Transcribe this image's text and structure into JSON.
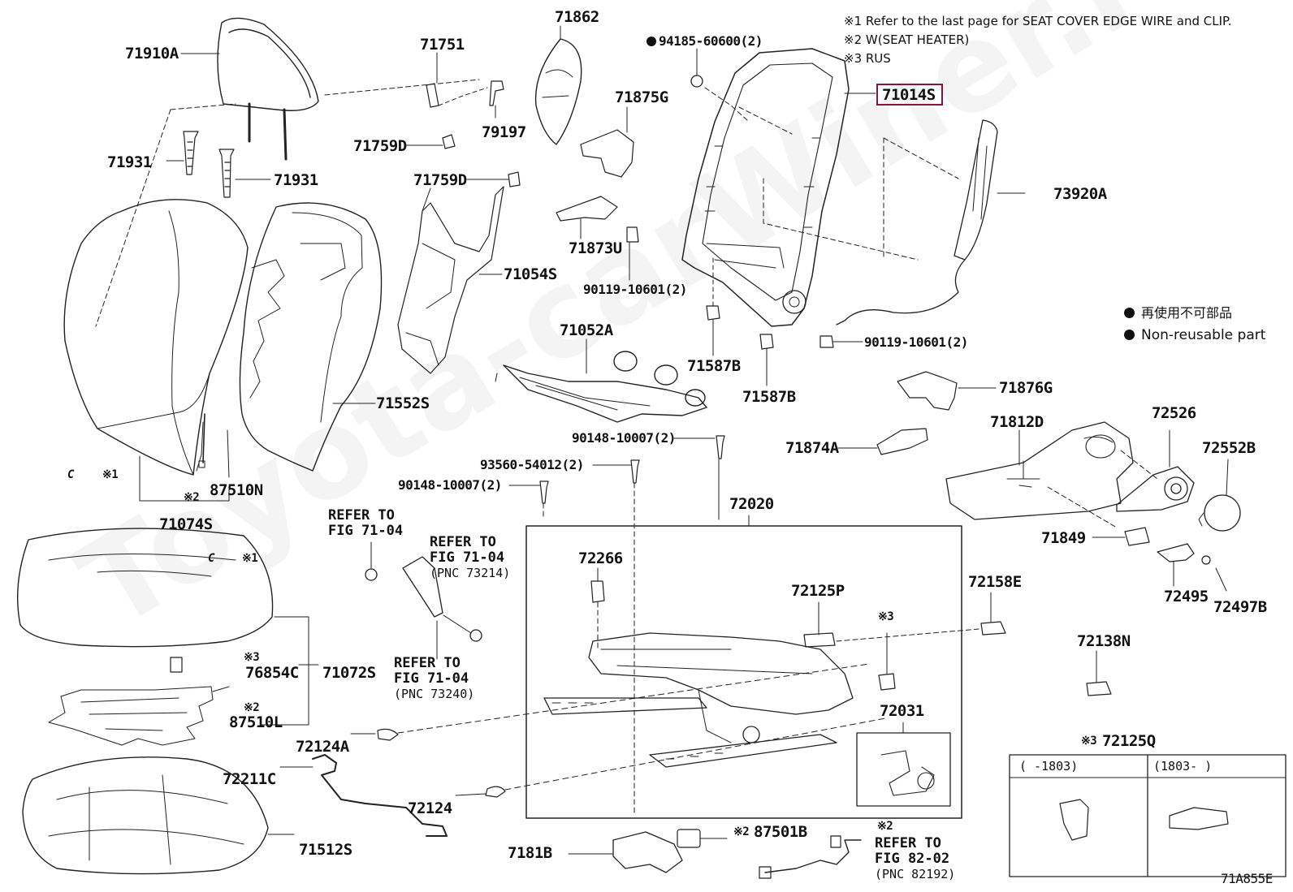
{
  "diagram": {
    "figure_code": "71A855E",
    "highlighted_part": "71014S",
    "accent_color": "#8a1538",
    "watermark": "Toyota-carWiner.ru",
    "notes": {
      "n1": "※1 Refer to the last page for SEAT COVER EDGE WIRE and CLIP.",
      "n2": "※2 W(SEAT HEATER)",
      "n3": "※3 RUS"
    },
    "legend": {
      "jp": "再使用不可部品",
      "en": "Non-reusable part"
    },
    "labels": {
      "p71910A": "71910A",
      "p71931a": "71931",
      "p71931b": "71931",
      "p71751": "71751",
      "p79197": "79197",
      "p71759Da": "71759D",
      "p71759Db": "71759D",
      "p71862": "71862",
      "p94185": "94185-60600(2)",
      "p71875G": "71875G",
      "p71014S": "71014S",
      "p73920A": "73920A",
      "p71873U": "71873U",
      "p71054S": "71054S",
      "p90119a": "90119-10601(2)",
      "p90119b": "90119-10601(2)",
      "p71587Ba": "71587B",
      "p71587Bb": "71587B",
      "p71052A": "71052A",
      "p71552S": "71552S",
      "p87510N": "87510N",
      "p71074S": "71074S",
      "p71876G": "71876G",
      "p71812D": "71812D",
      "p72526": "72526",
      "p72552B": "72552B",
      "p71874A": "71874A",
      "p90148a": "90148-10007(2)",
      "p93560": "93560-54012(2)",
      "p90148b": "90148-10007(2)",
      "p72020": "72020",
      "p71849": "71849",
      "p72495": "72495",
      "p72497B": "72497B",
      "p72266": "72266",
      "p72125P": "72125P",
      "p72158E": "72158E",
      "p72138N": "72138N",
      "p72031": "72031",
      "p76854C": "76854C",
      "p71072S": "71072S",
      "p87510L": "87510L",
      "p72124A": "72124A",
      "p72211C": "72211C",
      "p72124": "72124",
      "p71512S": "71512S",
      "p7181B": "7181B",
      "p87501B": "87501B",
      "p72125Q": "72125Q"
    },
    "marks": {
      "x1": "※1",
      "x2": "※2",
      "x3": "※3",
      "c": "C"
    },
    "refs": {
      "r1_line1": "REFER TO",
      "r1_line2": "FIG 71-04",
      "r2_line1": "REFER TO",
      "r2_line2": "FIG 71-04",
      "r2_line3": "(PNC 73214)",
      "r3_line1": "REFER TO",
      "r3_line2": "FIG 71-04",
      "r3_line3": "(PNC 73240)",
      "r4_line1": "REFER TO",
      "r4_line2": "FIG 82-02",
      "r4_line3": "(PNC 82192)"
    },
    "inset": {
      "col1": "(     -1803)",
      "col2": "(1803-     )"
    }
  }
}
